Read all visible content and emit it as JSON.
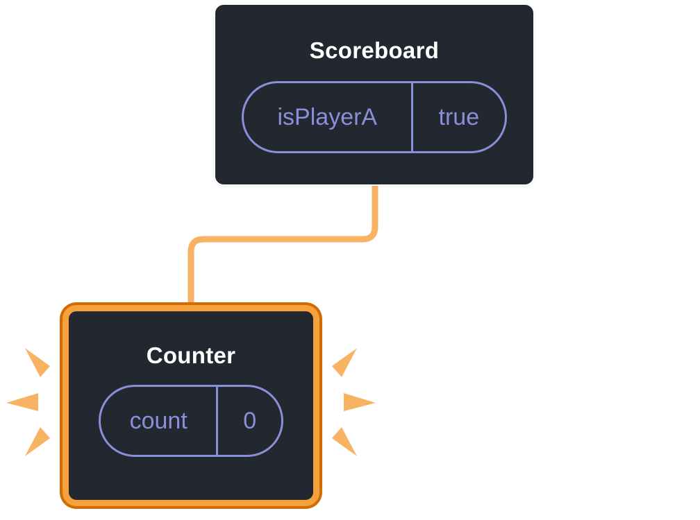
{
  "diagram": {
    "description": "React component tree diagram: parent Scoreboard component with state passing to a freshly-mounted Counter component highlighted in orange",
    "colors": {
      "card_background": "#23272f",
      "title_text": "#ffffff",
      "state_accent": "#8a8fd9",
      "connector_orange": "#f8b264",
      "highlight_border": "#f6a13b",
      "highlight_border_outline": "#cf6d04",
      "page_background": "#ffffff"
    },
    "scoreboard": {
      "title": "Scoreboard",
      "state": {
        "key": "isPlayerA",
        "value": "true"
      }
    },
    "counter": {
      "title": "Counter",
      "state": {
        "key": "count",
        "value": "0"
      }
    }
  }
}
